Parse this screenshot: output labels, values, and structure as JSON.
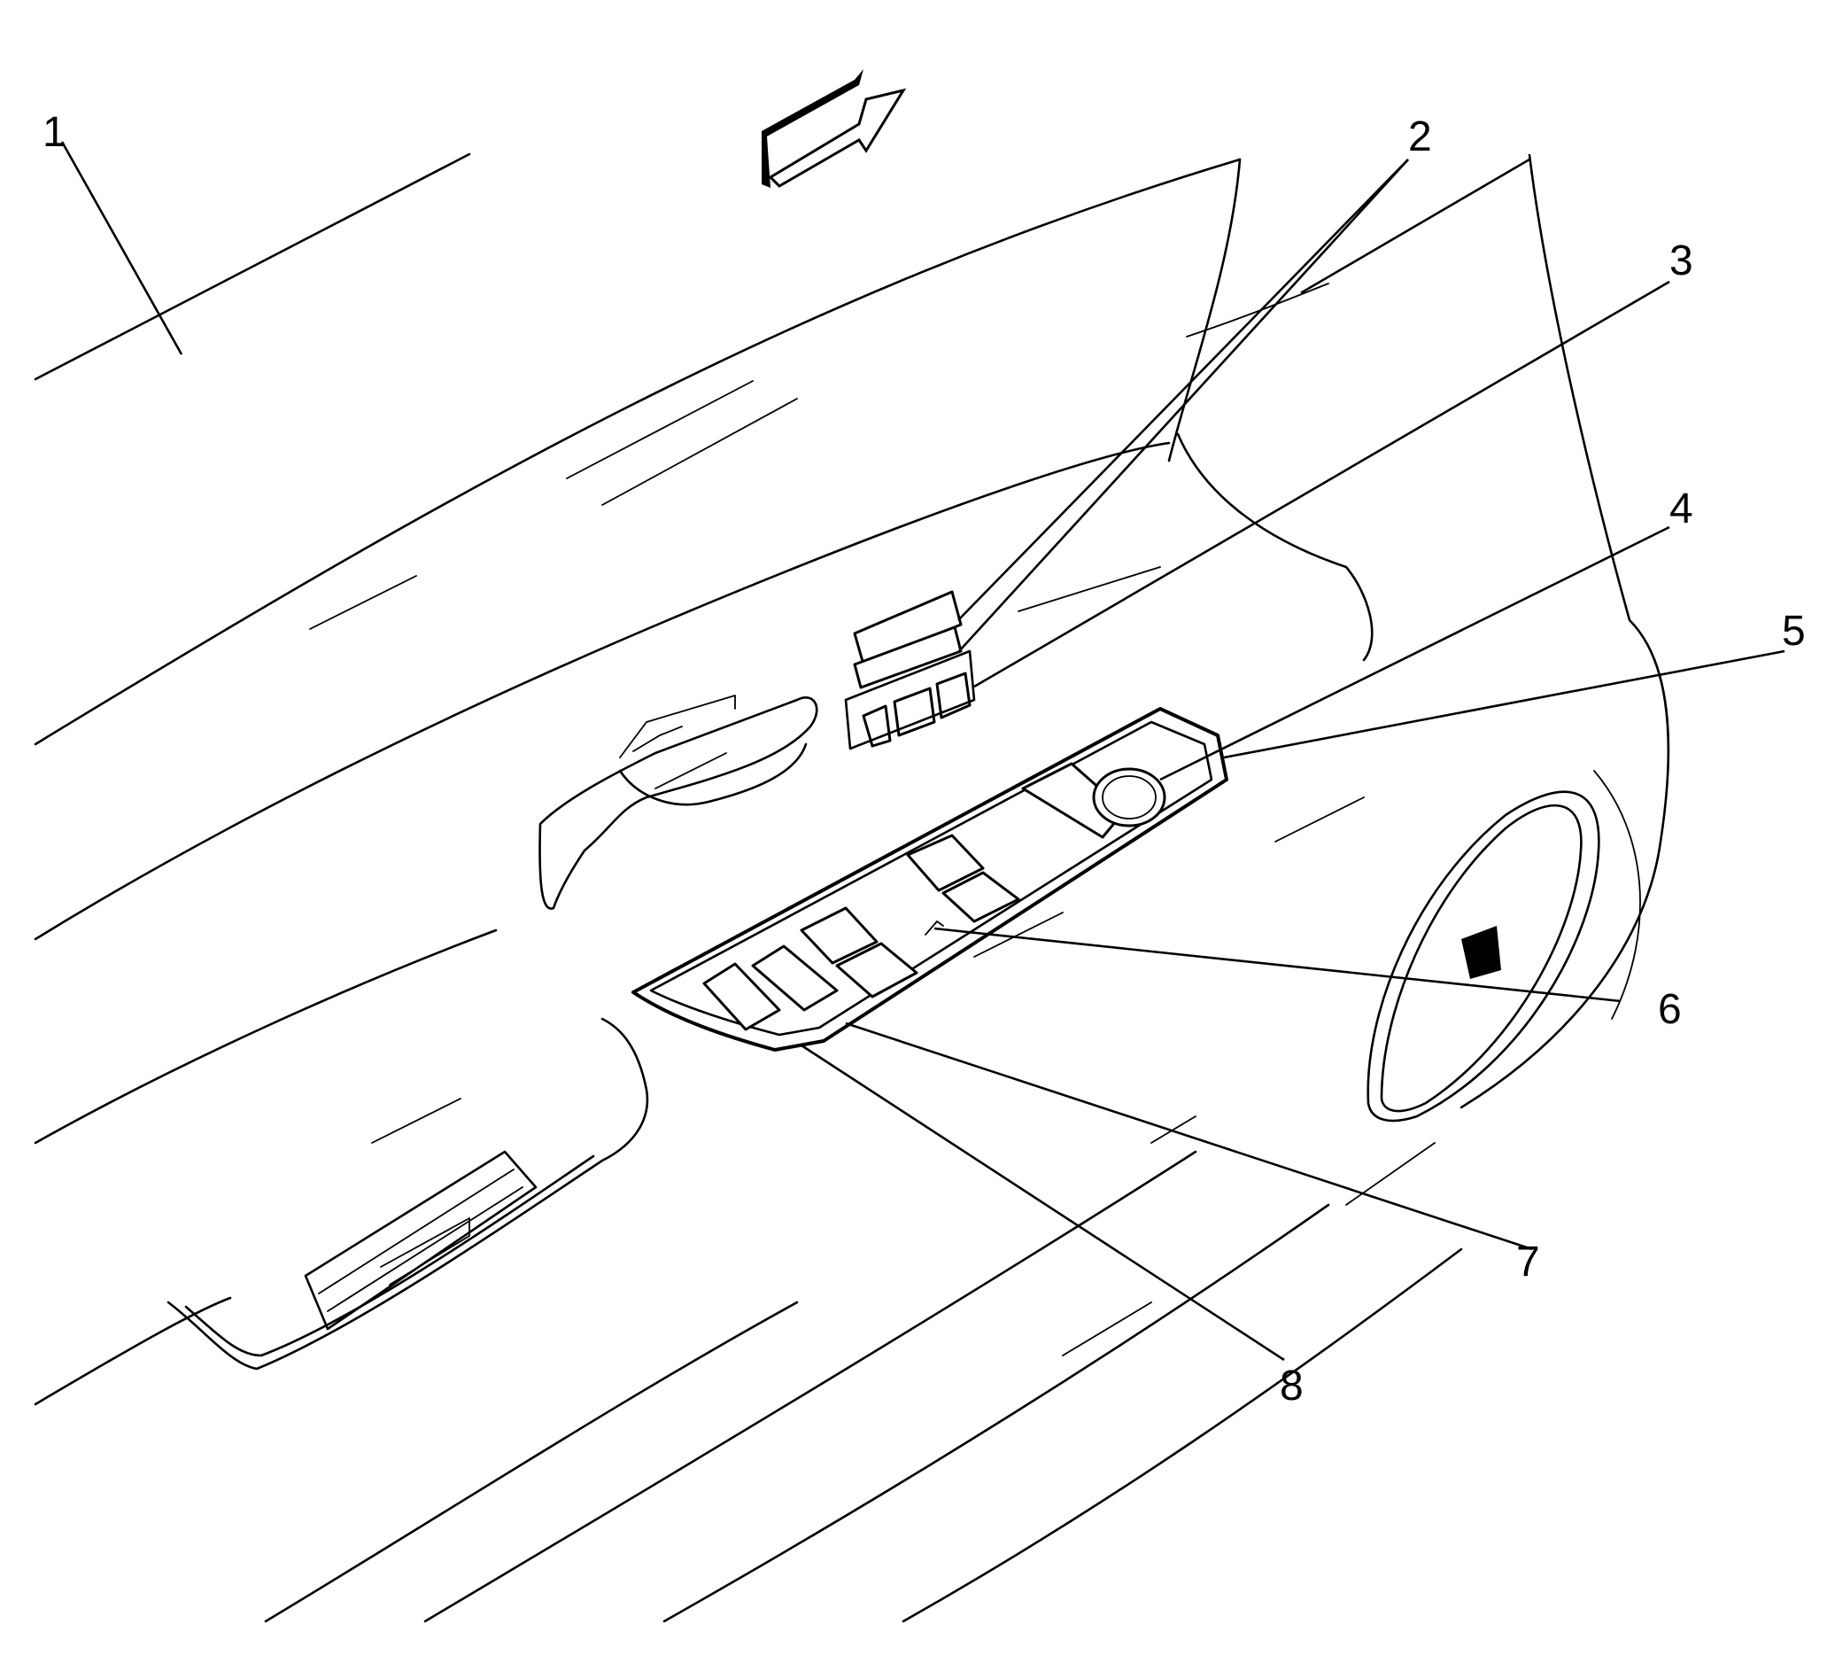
{
  "callouts": [
    {
      "id": "1",
      "label": "1"
    },
    {
      "id": "2",
      "label": "2"
    },
    {
      "id": "3",
      "label": "3"
    },
    {
      "id": "4",
      "label": "4"
    },
    {
      "id": "5",
      "label": "5"
    },
    {
      "id": "6",
      "label": "6"
    },
    {
      "id": "7",
      "label": "7"
    },
    {
      "id": "8",
      "label": "8"
    }
  ],
  "icons": [
    "direction-arrow-icon",
    "speaker-grille-icon",
    "mirror-joystick-icon"
  ],
  "colors": {
    "line": "#000000",
    "background": "#ffffff"
  }
}
